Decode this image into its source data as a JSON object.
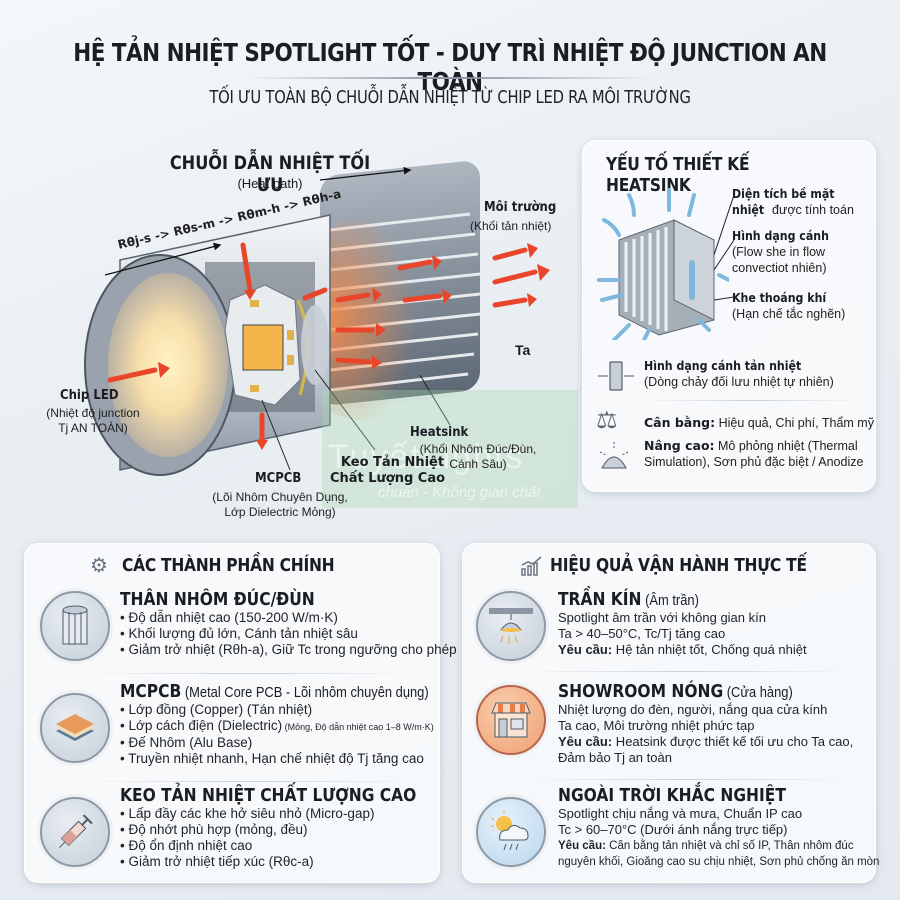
{
  "header": {
    "title": "HỆ TẢN NHIỆT SPOTLIGHT TỐT - DUY TRÌ NHIỆT ĐỘ JUNCTION AN TOÀN",
    "subtitle": "TỐI ƯU TOÀN BỘ CHUỖI DẪN NHIỆT TỪ CHIP LED RA MÔI TRƯỜNG"
  },
  "diagram": {
    "heat_path_title": "CHUỖI DẪN NHIỆT TỐI ƯU",
    "heat_path_subtitle": "(Heat path)",
    "resistance_chain": [
      "Rθj-s",
      "->",
      "Rθs-m",
      "->",
      "Rθm-h",
      "->",
      "Rθh-a"
    ],
    "ambient_symbol": "Ta",
    "labels": {
      "environment": {
        "title": "Môi trường",
        "desc": "(Khối tản nhiệt)"
      },
      "chip_led": {
        "title": "Chip LED",
        "desc_1": "(Nhiệt độ junction",
        "desc_2": "Tj AN TOÀN)"
      },
      "heatsink": {
        "title": "Heatsink",
        "desc_1": "(Khối Nhôm Đúc/Đùn,",
        "desc_2": "Cánh Sâu)"
      },
      "thermal_paste": {
        "title_1": "Keo Tản Nhiệt",
        "title_2": "Chất Lượng Cao"
      },
      "mcpcb": {
        "title": "MCPCB",
        "desc_1": "(Lõi Nhôm Chuyên Dụng,",
        "desc_2": "Lớp Dielectric Mỏng)"
      }
    },
    "watermark": {
      "brand": "TuyếtLights",
      "tagline": "chuẩn - Không gian chất"
    }
  },
  "heatsink_design": {
    "title": "YẾU TỐ THIẾT KẾ HEATSINK",
    "callouts": [
      {
        "bold_1": "Diện tích bề mặt",
        "bold_2": "nhiệt",
        "normal": " được tính toán"
      },
      {
        "bold": "Hình dạng cánh",
        "line_1": "(Flow she in flow",
        "line_2": "convectiot nhiên)"
      },
      {
        "bold": "Khe thoáng khí",
        "line_1": "(Hạn chế tắc nghẽn)"
      }
    ],
    "items": [
      {
        "icon": "fin-shape-icon",
        "bold": "Hình dạng cánh tản nhiệt",
        "text": "(Dòng chảy đối lưu nhiệt tự nhiên)"
      },
      {
        "icon": "balance-scale-icon",
        "bold": "Cân bằng:",
        "text": " Hiệu quả, Chi phí, Thẩm mỹ"
      },
      {
        "icon": "simulation-icon",
        "bold": "Nâng cao:",
        "text": " Mô phỏng nhiệt (Thermal",
        "text_2": "Simulation), Sơn phủ đặc biệt / Anodize"
      }
    ]
  },
  "components": {
    "title": "CÁC THÀNH PHẦN CHÍNH",
    "title_icon": "gear-icon",
    "items": [
      {
        "icon": "aluminum-body-icon",
        "title": "THÂN NHÔM ĐÚC/ĐÙN",
        "bullets": [
          "• Độ dẫn nhiệt cao (150-200 W/m·K)",
          "• Khối lượng đủ lớn, Cánh tản nhiệt sâu",
          "• Giảm trở nhiệt (Rθh-a), Giữ Tc trong ngưỡng cho phép"
        ]
      },
      {
        "icon": "mcpcb-layers-icon",
        "title": "MCPCB",
        "title_paren": " (Metal Core PCB - Lõi nhôm chuyên dụng)",
        "bullets": [
          "• Lớp đồng (Copper) (Tán nhiệt)",
          "• Lớp cách điện (Dielectric)",
          "• Đế Nhôm (Alu Base)",
          "• Truyền nhiệt nhanh, Hạn chế nhiệt độ Tj tăng cao"
        ],
        "bullet_2_small": " (Mỏng, Độ dẫn nhiệt cao 1–8 W/m·K)"
      },
      {
        "icon": "syringe-icon",
        "title": "KEO TẢN NHIỆT CHẤT LƯỢNG CAO",
        "bullets": [
          "• Lấp đầy các khe hở siêu nhỏ (Micro-gap)",
          "• Độ nhớt phù hợp (mỏng, đều)",
          "• Độ ổn định nhiệt cao",
          "• Giảm trở nhiệt tiếp xúc (Rθc-a)"
        ]
      }
    ]
  },
  "performance": {
    "title": "HIỆU QUẢ VẬN HÀNH THỰC TẾ",
    "title_icon": "chart-growth-icon",
    "items": [
      {
        "icon": "ceiling-lamp-icon",
        "title": "TRẦN KÍN",
        "title_paren": " (Âm trần)",
        "lines": [
          "Spotlight âm trần với không gian kín",
          "Ta > 40–50°C, Tc/Tj tăng cao"
        ],
        "req_label": "Yêu cầu:",
        "req_text": " Hệ tản nhiệt tốt, Chống quá nhiệt"
      },
      {
        "icon": "storefront-icon",
        "title": "SHOWROOM NÓNG",
        "title_paren": " (Cửa hàng)",
        "lines": [
          "Nhiệt lượng do đèn, người, nắng qua cửa kính",
          "Ta cao, Môi trường nhiệt phức tạp"
        ],
        "req_label": "Yêu cầu:",
        "req_text": " Heatsink được thiết kế tối ưu cho Ta cao,",
        "req_text_2": "Đảm bảo Tj an toàn"
      },
      {
        "icon": "weather-icon",
        "title": "NGOÀI TRỜI KHẮC NGHIỆT",
        "lines": [
          "Spotlight chịu nắng và mưa, Chuẩn IP cao",
          "Tc > 60–70°C (Dưới ánh nắng trực tiếp)"
        ],
        "req_label": "Yêu cầu:",
        "req_text": " Cân bằng tản nhiệt và chỉ số IP, Thân nhôm đúc",
        "req_text_2": "nguyên khối, Gioăng cao su chịu nhiệt, Sơn phủ chống ăn mòn"
      }
    ]
  },
  "colors": {
    "heat_arrow": "#e8452a",
    "airflow": "#7fb8df",
    "copper": "#e79a5c",
    "store_orange": "#f0a878"
  }
}
